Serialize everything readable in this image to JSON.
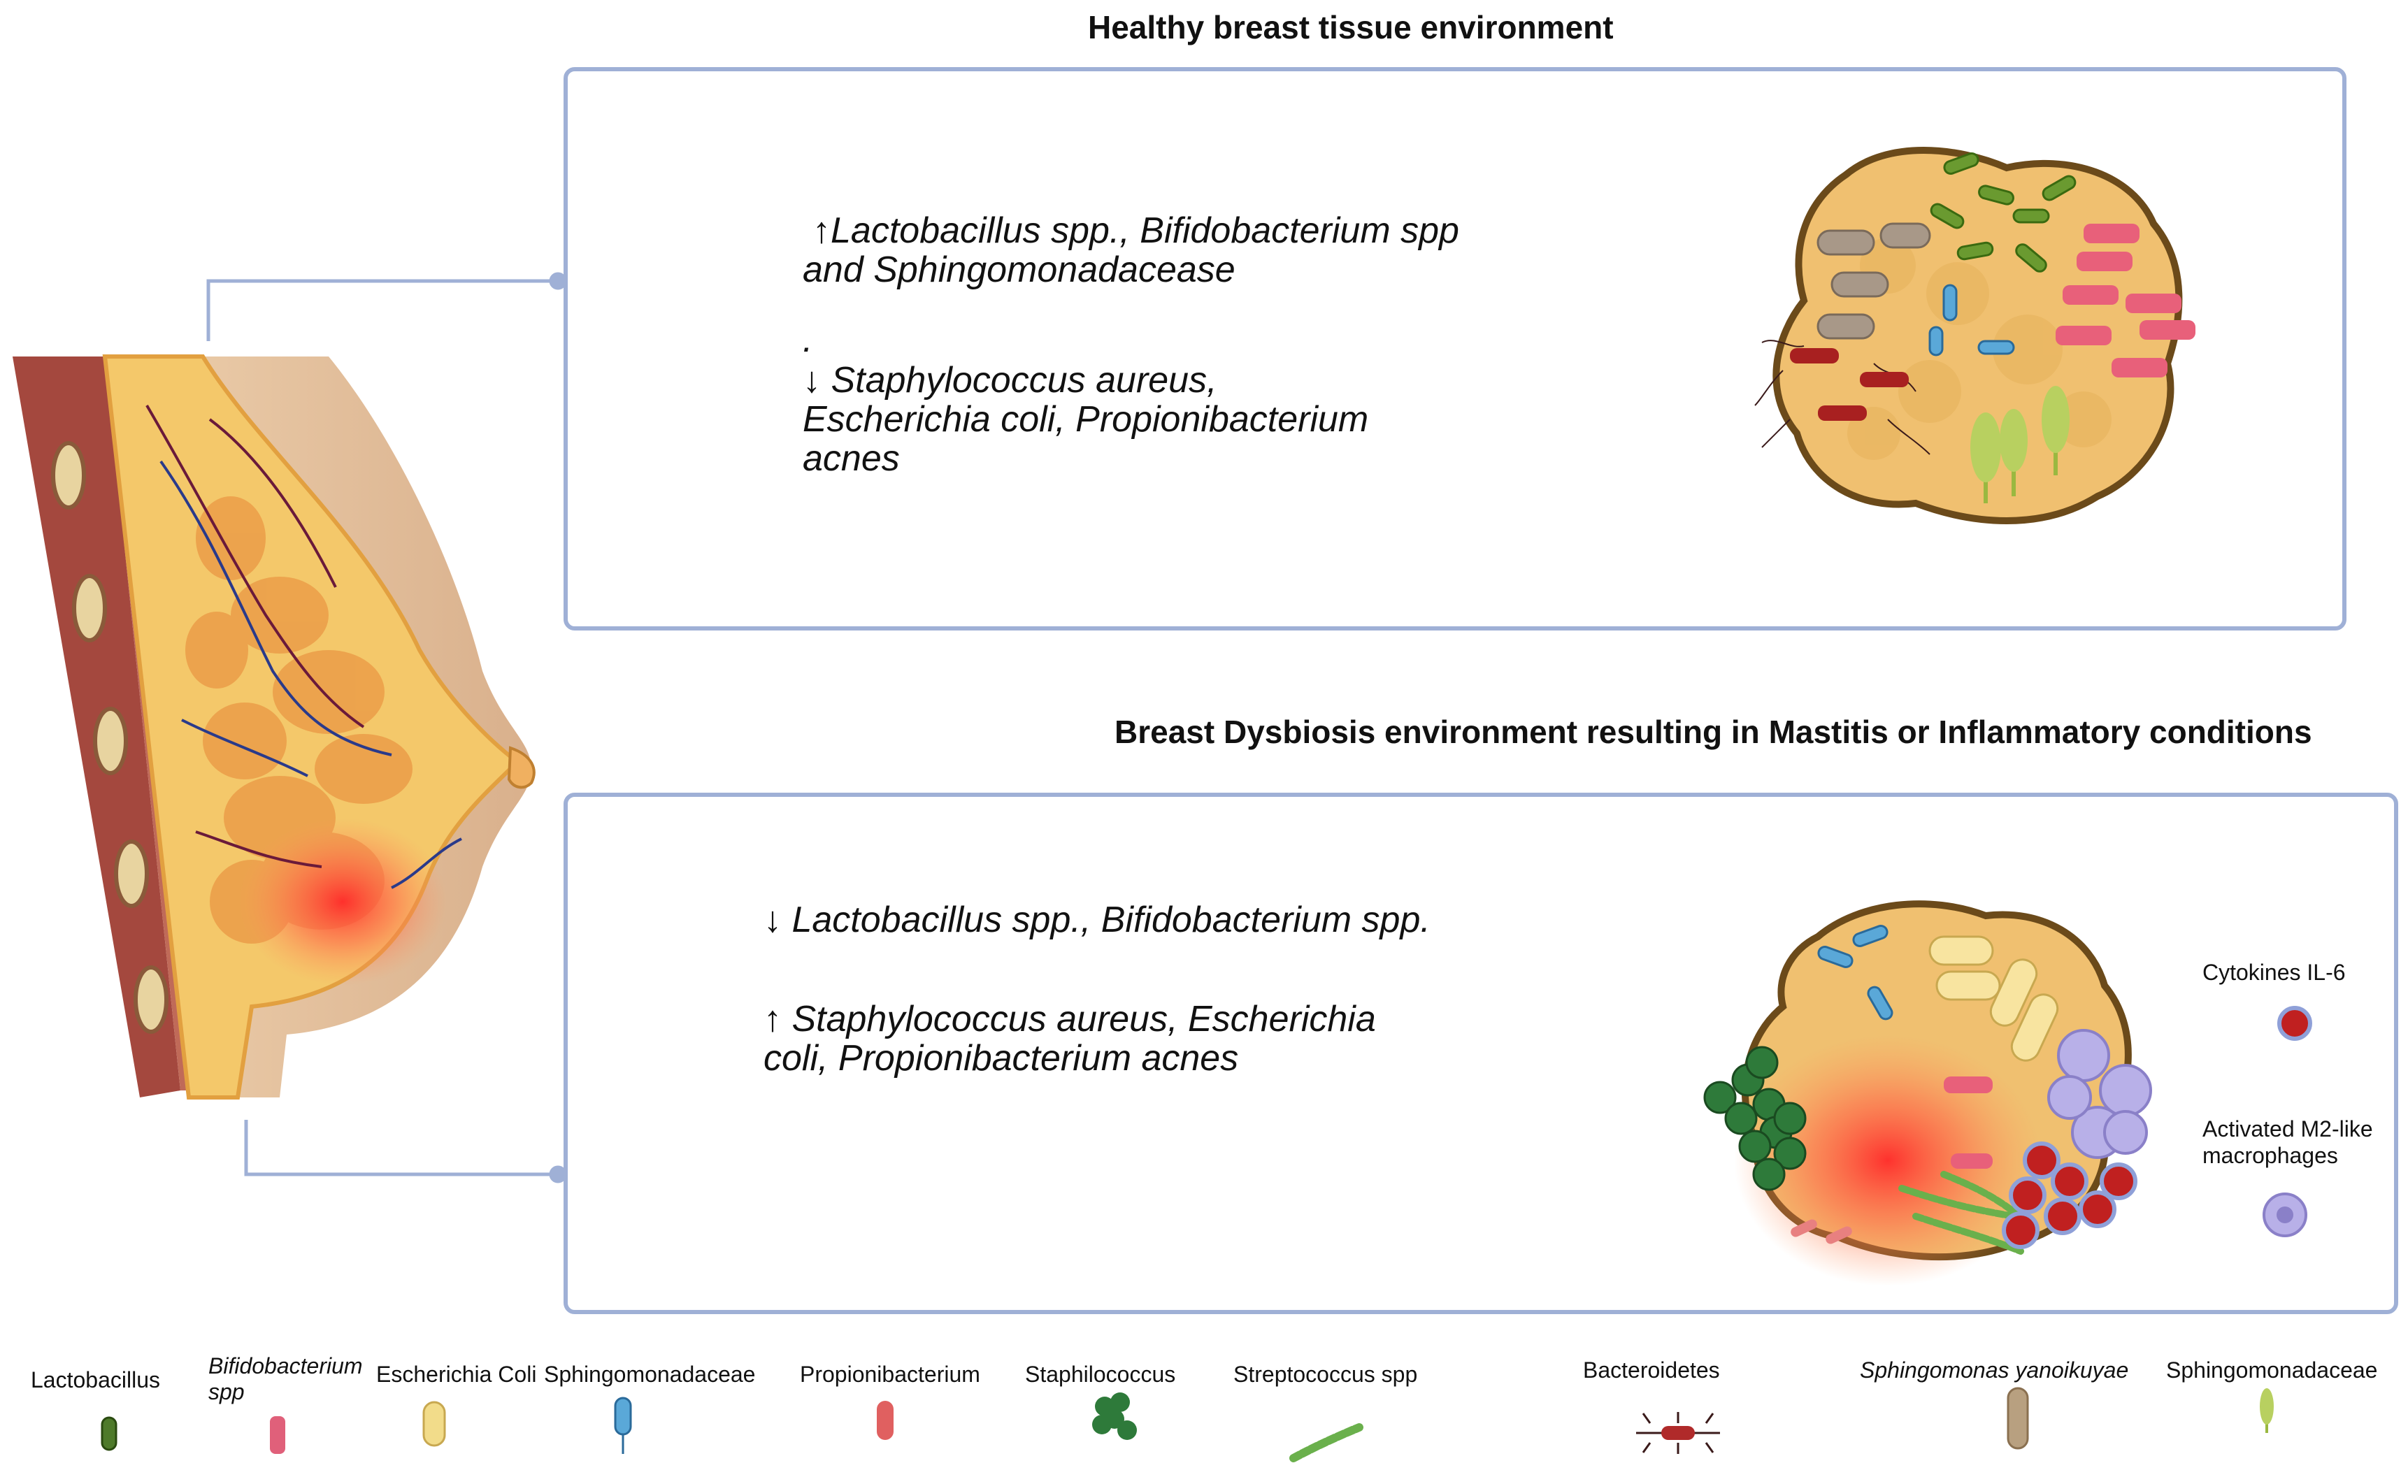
{
  "healthy": {
    "title": "Healthy breast tissue environment",
    "increase": {
      "arrow": "↑",
      "line1": "Lactobacillus spp., Bifidobacterium spp",
      "line2": "and Sphingomonadacease"
    },
    "dot": ".",
    "decrease": {
      "arrow": "↓",
      "line1": " Staphylococcus aureus,",
      "line2": "Escherichia coli, Propionibacterium",
      "line3": "acnes"
    }
  },
  "dysbiosis": {
    "title": "Breast Dysbiosis environment resulting in Mastitis or Inflammatory conditions",
    "decrease": {
      "arrow": "↓",
      "line1": " Lactobacillus spp., Bifidobacterium spp."
    },
    "increase": {
      "arrow": "↑",
      "line1": " Staphylococcus aureus, Escherichia",
      "line2": "coli, Propionibacterium acnes"
    },
    "side_labels": {
      "cytokines": "Cytokines IL-6",
      "macrophages_line1": "Activated M2-like",
      "macrophages_line2": "macrophages"
    }
  },
  "legend": [
    {
      "label": "Lactobacillus",
      "italic": false,
      "icon": "lactobacillus-icon",
      "color": "#4e7a2a"
    },
    {
      "label_line1": "Bifidobacterium",
      "label_line2": "spp",
      "italic": true,
      "icon": "bifidobacterium-icon",
      "color": "#e0607a"
    },
    {
      "label": "Escherichia Coli",
      "italic": false,
      "icon": "escherichia-coli-icon",
      "color": "#f2dc8a"
    },
    {
      "label": "Sphingomonadaceae",
      "italic": false,
      "icon": "sphingomonadaceae-icon",
      "color": "#5aa8d8"
    },
    {
      "label": "Propionibacterium",
      "italic": false,
      "icon": "propionibacterium-icon",
      "color": "#e06060"
    },
    {
      "label": "Staphilococcus",
      "italic": false,
      "icon": "staphylococcus-icon",
      "color": "#2e7a3a"
    },
    {
      "label": "Streptococcus spp",
      "italic": false,
      "icon": "streptococcus-icon",
      "color": "#6ab04c"
    },
    {
      "label": "Bacteroidetes",
      "italic": false,
      "icon": "bacteroidetes-icon",
      "color": "#b02a2a"
    },
    {
      "label": "Sphingomonas yanoikuyae",
      "italic": true,
      "icon": "sphingomonas-yanoikuyae-icon",
      "color": "#b8a080"
    },
    {
      "label": "Sphingomonadaceae",
      "italic": false,
      "icon": "sphingomonadaceae-moss-icon",
      "color": "#a8c050"
    }
  ],
  "colors": {
    "panel_border": "#9fb0d6",
    "tissue_fill": "#f0c070",
    "tissue_outline": "#6b4a1a",
    "inflammation": "#ff3030"
  }
}
